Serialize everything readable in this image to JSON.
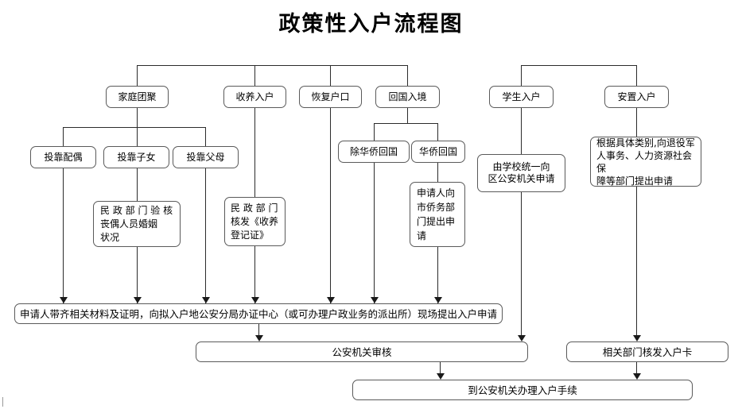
{
  "title": "政策性入户流程图",
  "diagram": {
    "type": "flowchart",
    "orientation": "top-down",
    "categories": [
      {
        "id": "family",
        "label": "家庭团聚"
      },
      {
        "id": "adoption",
        "label": "收养入户"
      },
      {
        "id": "restore",
        "label": "恢复户口"
      },
      {
        "id": "return",
        "label": "回国入境"
      },
      {
        "id": "student",
        "label": "学生入户"
      },
      {
        "id": "resettle",
        "label": "安置入户"
      }
    ],
    "family_branches": [
      {
        "id": "spouse",
        "label": "投靠配偶"
      },
      {
        "id": "children",
        "label": "投靠子女"
      },
      {
        "id": "parents",
        "label": "投靠父母"
      }
    ],
    "return_branches": [
      {
        "id": "non-overseas",
        "label": "除华侨回国"
      },
      {
        "id": "overseas",
        "label": "华侨回国"
      }
    ],
    "detail_steps": [
      {
        "id": "civil-affairs-marriage",
        "label": "民 政 部 门 验 核\n丧偶人员婚姻\n状况"
      },
      {
        "id": "civil-affairs-adoption",
        "label": "民 政 部 门\n核发《收养\n登记证》"
      },
      {
        "id": "overseas-office",
        "label": "申请人向\n市侨务部\n门提出申\n请"
      },
      {
        "id": "school-apply",
        "label": "由学校统一向\n区公安机关申请"
      },
      {
        "id": "resettle-apply",
        "label": "根据具体类别,向退役军\n人事务、人力资源社会保\n障等部门提出申请"
      }
    ],
    "main_steps": [
      {
        "id": "submit-onsite",
        "label": "申请人带齐相关材料及证明，向拟入户地公安分局办证中心（或可办理户政业务的派出所）现场提出入户申请"
      },
      {
        "id": "police-review",
        "label": "公安机关审核"
      },
      {
        "id": "issue-card",
        "label": "相关部门核发入户卡"
      },
      {
        "id": "final",
        "label": "到公安机关办理入户手续"
      }
    ]
  },
  "colors": {
    "box_border": "#5a5a5a",
    "line": "#2b2b2b",
    "background": "#ffffff",
    "text": "#000000"
  }
}
